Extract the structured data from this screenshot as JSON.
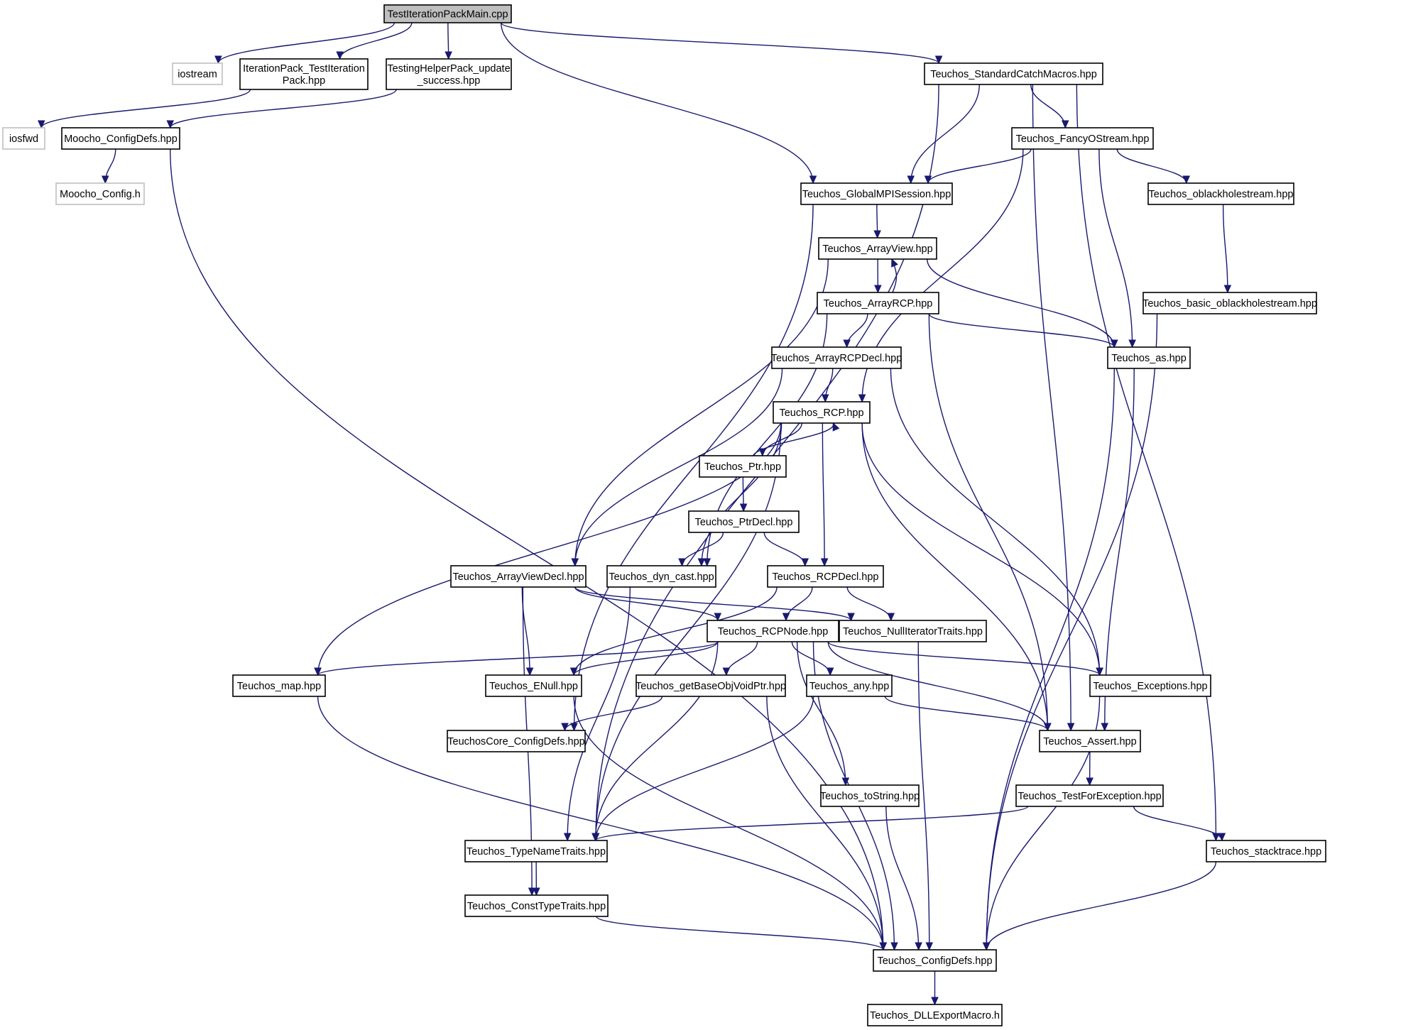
{
  "diagram": {
    "type": "include-dependency-graph",
    "colors": {
      "edge": "#191970",
      "node_border": "#000000",
      "external_border": "#bfbfbf",
      "root_fill": "#bfbfbf",
      "background": "#ffffff"
    },
    "nodes": [
      {
        "id": "main",
        "lines": [
          "TestIterationPackMain.cpp"
        ],
        "kind": "root"
      },
      {
        "id": "iostream",
        "lines": [
          "iostream"
        ],
        "kind": "external"
      },
      {
        "id": "itpack",
        "lines": [
          "IterationPack_TestIteration",
          "Pack.hpp"
        ]
      },
      {
        "id": "thpack",
        "lines": [
          "TestingHelperPack_update",
          "_success.hpp"
        ]
      },
      {
        "id": "stdcatch",
        "lines": [
          "Teuchos_StandardCatchMacros.hpp"
        ]
      },
      {
        "id": "iosfwd",
        "lines": [
          "iosfwd"
        ],
        "kind": "external"
      },
      {
        "id": "moochocfgdefs",
        "lines": [
          "Moocho_ConfigDefs.hpp"
        ]
      },
      {
        "id": "moochocfg",
        "lines": [
          "Moocho_Config.h"
        ],
        "kind": "external"
      },
      {
        "id": "fancy",
        "lines": [
          "Teuchos_FancyOStream.hpp"
        ]
      },
      {
        "id": "globalmpi",
        "lines": [
          "Teuchos_GlobalMPISession.hpp"
        ]
      },
      {
        "id": "oblack",
        "lines": [
          "Teuchos_oblackholestream.hpp"
        ]
      },
      {
        "id": "arrayview",
        "lines": [
          "Teuchos_ArrayView.hpp"
        ]
      },
      {
        "id": "arrayrcp",
        "lines": [
          "Teuchos_ArrayRCP.hpp"
        ]
      },
      {
        "id": "basicoblack",
        "lines": [
          "Teuchos_basic_oblackholestream.hpp"
        ]
      },
      {
        "id": "arrayrcpdecl",
        "lines": [
          "Teuchos_ArrayRCPDecl.hpp"
        ]
      },
      {
        "id": "as",
        "lines": [
          "Teuchos_as.hpp"
        ]
      },
      {
        "id": "rcp",
        "lines": [
          "Teuchos_RCP.hpp"
        ]
      },
      {
        "id": "ptr",
        "lines": [
          "Teuchos_Ptr.hpp"
        ]
      },
      {
        "id": "ptrdecl",
        "lines": [
          "Teuchos_PtrDecl.hpp"
        ]
      },
      {
        "id": "arrayviewdecl",
        "lines": [
          "Teuchos_ArrayViewDecl.hpp"
        ]
      },
      {
        "id": "dyncast",
        "lines": [
          "Teuchos_dyn_cast.hpp"
        ]
      },
      {
        "id": "rcpdecl",
        "lines": [
          "Teuchos_RCPDecl.hpp"
        ]
      },
      {
        "id": "rcpnode",
        "lines": [
          "Teuchos_RCPNode.hpp"
        ]
      },
      {
        "id": "nulliter",
        "lines": [
          "Teuchos_NullIteratorTraits.hpp"
        ]
      },
      {
        "id": "map",
        "lines": [
          "Teuchos_map.hpp"
        ]
      },
      {
        "id": "enull",
        "lines": [
          "Teuchos_ENull.hpp"
        ]
      },
      {
        "id": "getbase",
        "lines": [
          "Teuchos_getBaseObjVoidPtr.hpp"
        ]
      },
      {
        "id": "any",
        "lines": [
          "Teuchos_any.hpp"
        ]
      },
      {
        "id": "exceptions",
        "lines": [
          "Teuchos_Exceptions.hpp"
        ]
      },
      {
        "id": "corecfg",
        "lines": [
          "TeuchosCore_ConfigDefs.hpp"
        ]
      },
      {
        "id": "assert",
        "lines": [
          "Teuchos_Assert.hpp"
        ]
      },
      {
        "id": "tostring",
        "lines": [
          "Teuchos_toString.hpp"
        ]
      },
      {
        "id": "testforexc",
        "lines": [
          "Teuchos_TestForException.hpp"
        ]
      },
      {
        "id": "typename",
        "lines": [
          "Teuchos_TypeNameTraits.hpp"
        ]
      },
      {
        "id": "stacktrace",
        "lines": [
          "Teuchos_stacktrace.hpp"
        ]
      },
      {
        "id": "consttype",
        "lines": [
          "Teuchos_ConstTypeTraits.hpp"
        ]
      },
      {
        "id": "cfgdefs",
        "lines": [
          "Teuchos_ConfigDefs.hpp"
        ]
      },
      {
        "id": "dllexport",
        "lines": [
          "Teuchos_DLLExportMacro.h"
        ]
      }
    ],
    "edges": [
      [
        "main",
        "iostream"
      ],
      [
        "main",
        "itpack"
      ],
      [
        "main",
        "thpack"
      ],
      [
        "main",
        "stdcatch"
      ],
      [
        "main",
        "globalmpi"
      ],
      [
        "itpack",
        "iosfwd"
      ],
      [
        "thpack",
        "moochocfgdefs"
      ],
      [
        "moochocfgdefs",
        "moochocfg"
      ],
      [
        "moochocfgdefs",
        "cfgdefs"
      ],
      [
        "stdcatch",
        "fancy"
      ],
      [
        "stdcatch",
        "globalmpi"
      ],
      [
        "stdcatch",
        "typename"
      ],
      [
        "stdcatch",
        "assert"
      ],
      [
        "stdcatch",
        "stacktrace"
      ],
      [
        "fancy",
        "globalmpi"
      ],
      [
        "fancy",
        "oblack"
      ],
      [
        "fancy",
        "as"
      ],
      [
        "fancy",
        "rcp"
      ],
      [
        "globalmpi",
        "arrayview"
      ],
      [
        "globalmpi",
        "corecfg"
      ],
      [
        "oblack",
        "basicoblack"
      ],
      [
        "basicoblack",
        "cfgdefs"
      ],
      [
        "arrayview",
        "arrayrcp"
      ],
      [
        "arrayrcp",
        "arrayview"
      ],
      [
        "arrayview",
        "arrayviewdecl"
      ],
      [
        "arrayview",
        "as"
      ],
      [
        "arrayrcp",
        "arrayrcpdecl"
      ],
      [
        "arrayrcp",
        "as"
      ],
      [
        "arrayrcp",
        "dyncast"
      ],
      [
        "arrayrcp",
        "assert"
      ],
      [
        "arrayrcpdecl",
        "rcp"
      ],
      [
        "arrayrcpdecl",
        "arrayviewdecl"
      ],
      [
        "arrayrcpdecl",
        "exceptions"
      ],
      [
        "as",
        "assert"
      ],
      [
        "as",
        "cfgdefs"
      ],
      [
        "rcp",
        "ptr"
      ],
      [
        "ptr",
        "rcp"
      ],
      [
        "rcp",
        "rcpdecl"
      ],
      [
        "rcp",
        "dyncast"
      ],
      [
        "rcp",
        "map"
      ],
      [
        "rcp",
        "typename"
      ],
      [
        "rcp",
        "exceptions"
      ],
      [
        "rcp",
        "assert"
      ],
      [
        "ptr",
        "ptrdecl"
      ],
      [
        "ptrdecl",
        "rcpdecl"
      ],
      [
        "ptrdecl",
        "dyncast"
      ],
      [
        "arrayviewdecl",
        "rcpnode"
      ],
      [
        "arrayviewdecl",
        "enull"
      ],
      [
        "arrayviewdecl",
        "nulliter"
      ],
      [
        "arrayviewdecl",
        "consttype"
      ],
      [
        "dyncast",
        "typename"
      ],
      [
        "rcpdecl",
        "rcpnode"
      ],
      [
        "rcpdecl",
        "nulliter"
      ],
      [
        "rcpdecl",
        "enull"
      ],
      [
        "rcpnode",
        "map"
      ],
      [
        "rcpnode",
        "enull"
      ],
      [
        "rcpnode",
        "getbase"
      ],
      [
        "rcpnode",
        "any"
      ],
      [
        "rcpnode",
        "exceptions"
      ],
      [
        "rcpnode",
        "assert"
      ],
      [
        "rcpnode",
        "tostring"
      ],
      [
        "rcpnode",
        "typename"
      ],
      [
        "rcpnode",
        "cfgdefs"
      ],
      [
        "nulliter",
        "cfgdefs"
      ],
      [
        "map",
        "cfgdefs"
      ],
      [
        "enull",
        "cfgdefs"
      ],
      [
        "getbase",
        "corecfg"
      ],
      [
        "getbase",
        "cfgdefs"
      ],
      [
        "any",
        "assert"
      ],
      [
        "any",
        "typename"
      ],
      [
        "exceptions",
        "cfgdefs"
      ],
      [
        "assert",
        "testforexc"
      ],
      [
        "tostring",
        "cfgdefs"
      ],
      [
        "testforexc",
        "typename"
      ],
      [
        "testforexc",
        "stacktrace"
      ],
      [
        "typename",
        "consttype"
      ],
      [
        "stacktrace",
        "cfgdefs"
      ],
      [
        "consttype",
        "cfgdefs"
      ],
      [
        "cfgdefs",
        "dllexport"
      ]
    ]
  }
}
